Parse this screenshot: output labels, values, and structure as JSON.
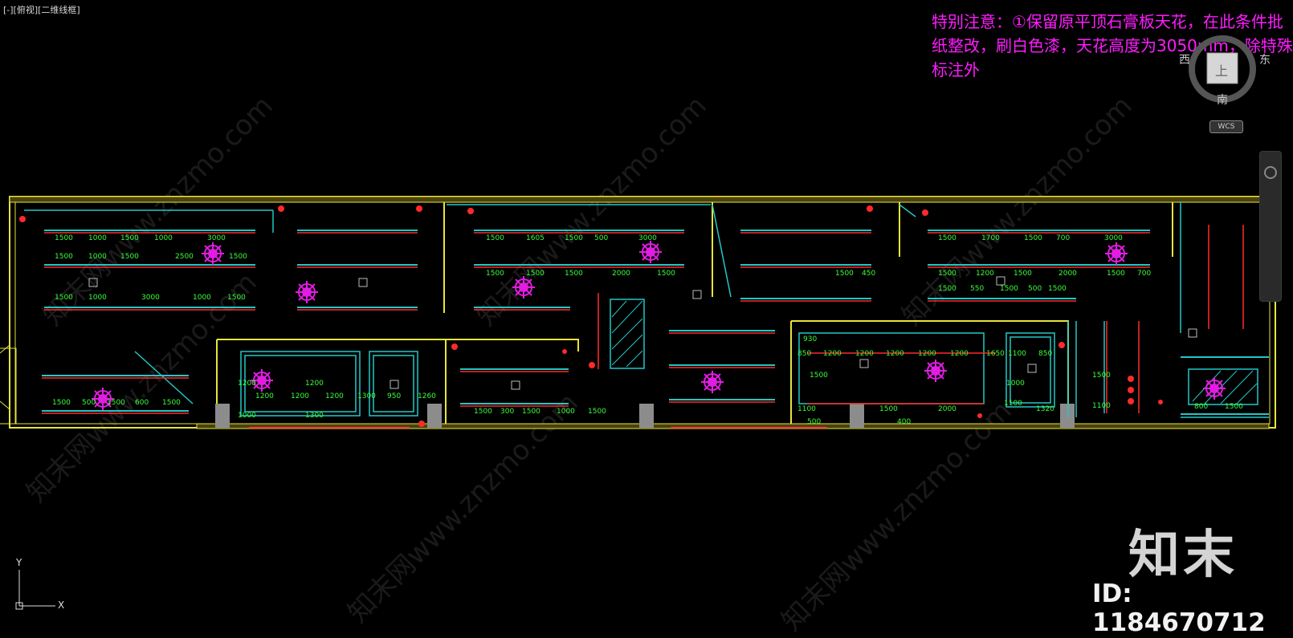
{
  "viewport": {
    "label": "[-][俯视][二维线框]"
  },
  "note": {
    "lines": [
      "特别注意：①保留原平顶石膏板天花，在此条件批",
      "纸整改，刷白色漆，天花高度为3050mm，除特殊",
      "标注外"
    ],
    "color": "#ff1cff"
  },
  "viewcube": {
    "west": "西",
    "east": "东",
    "south": "南",
    "top": "上",
    "wcs": "WCS"
  },
  "ucs": {
    "x_label": "X",
    "y_label": "Y"
  },
  "watermark": {
    "text": "知末网www.znzmo.com"
  },
  "logo": {
    "text": "知末",
    "id": "ID: 1184670712"
  },
  "colors": {
    "wall": "#e8e43a",
    "ceiling": "#22c7c7",
    "light": "#ff2a2a",
    "dimension": "#39ff39",
    "chandelier": "#e21ce2",
    "background": "#000000"
  },
  "dimensions": {
    "row_a": [
      "1500",
      "1000",
      "1500",
      "1000",
      "3000"
    ],
    "row_b": [
      "1500",
      "1000",
      "1500",
      "2500",
      "1500"
    ],
    "row_c": [
      "1500",
      "1000",
      "3000",
      "1000",
      "1500"
    ],
    "row_d": [
      "1500",
      "500",
      "1500",
      "600",
      "1500"
    ],
    "row_e": [
      "1500",
      "1605",
      "1500",
      "500",
      "3000"
    ],
    "row_f": [
      "1500",
      "1500",
      "1500",
      "2000",
      "1500"
    ],
    "row_g": [
      "1500",
      "300",
      "1500",
      "1000",
      "1500"
    ],
    "row_h": [
      "1500",
      "1700",
      "1500",
      "700",
      "3000"
    ],
    "row_i": [
      "1500",
      "1200",
      "1500",
      "2000",
      "1500",
      "700"
    ],
    "row_j": [
      "1500",
      "550",
      "1500",
      "500",
      "1500"
    ],
    "row_k": [
      "850",
      "1200",
      "1200",
      "1200",
      "1200",
      "1200",
      "1650"
    ],
    "row_l": [
      "1100",
      "1500",
      "2000",
      "1320"
    ],
    "row_m": [
      "800",
      "1500"
    ],
    "room_a": [
      "1200",
      "1200",
      "1200",
      "1300",
      "950",
      "1260"
    ],
    "misc": [
      "1500",
      "450",
      "1100",
      "850",
      "1500",
      "1100",
      "1500",
      "1200",
      "1200",
      "1000",
      "1000",
      "1300",
      "500",
      "400",
      "1100",
      "930"
    ]
  }
}
